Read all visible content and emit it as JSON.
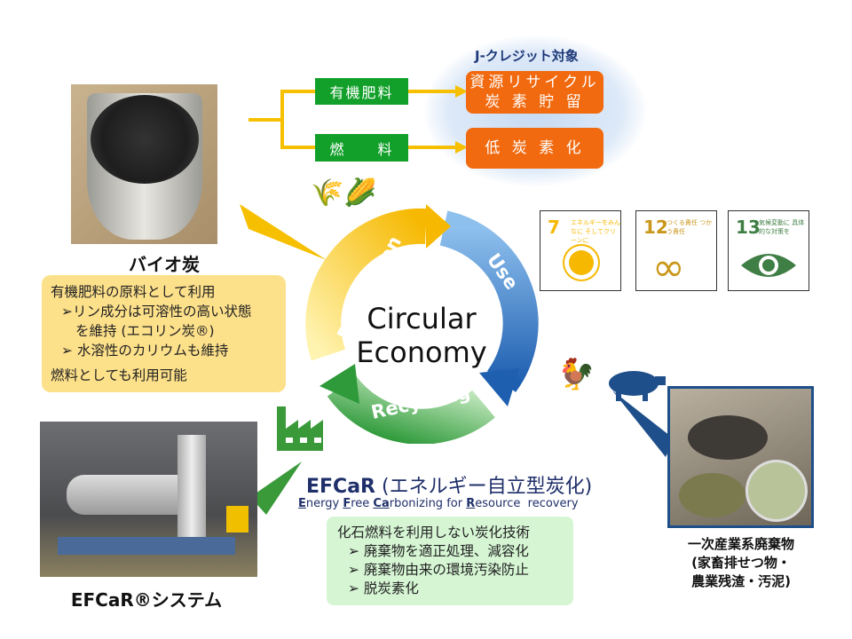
{
  "biochar": {
    "label": "バイオ炭",
    "uses": [
      "有機肥料",
      "燃　　料"
    ],
    "results": [
      [
        "資源リサイクル",
        "炭 素 貯 留"
      ],
      [
        "低 炭 素 化"
      ]
    ],
    "jcredit": "J-クレジット対象",
    "notes": {
      "line1": "有機肥料の原料として利用",
      "bullet1a": "➢リン成分は可溶性の高い状態",
      "bullet1b": "を維持 (エコリン炭®)",
      "bullet2": "➢ 水溶性のカリウムも維持",
      "line2": "燃料としても利用可能"
    }
  },
  "cycle": {
    "center1": "Circular",
    "center2": "Economy",
    "production": "Production",
    "use": "Use",
    "recycling": "Recycling"
  },
  "sdgs": [
    {
      "num": "7",
      "text": "エネルギーをみんなに そしてクリーンに",
      "color": "#f6b800"
    },
    {
      "num": "12",
      "text": "つくる責任 つかう責任",
      "color": "#c9971a"
    },
    {
      "num": "13",
      "text": "気候変動に 具体的な対策を",
      "color": "#3f7e44"
    }
  ],
  "efcar": {
    "title": "EFCaR",
    "title_jp": "(エネルギー自立型炭化)",
    "subtitle": {
      "e": "E",
      "nergy": "nergy ",
      "f": "F",
      "ree": "ree ",
      "ca": "Ca",
      "rbon": "rbonizing for ",
      "r": "R",
      "rest": "esource  recovery"
    },
    "notes": [
      "化石燃料を利用しない炭化技術",
      "➢ 廃棄物を適正処理、減容化",
      "➢ 廃棄物由来の環境汚染防止",
      "➢ 脱炭素化"
    ],
    "system_caption": "EFCaR®システム"
  },
  "waste": {
    "caption": [
      "一次産業系廃棄物",
      "(家畜排せつ物・",
      "農業残渣・汚泥)"
    ]
  },
  "colors": {
    "green": "#12a02a",
    "orange": "#f26a0f",
    "yellow": "#f6b800",
    "blue": "#2e6fc0"
  }
}
